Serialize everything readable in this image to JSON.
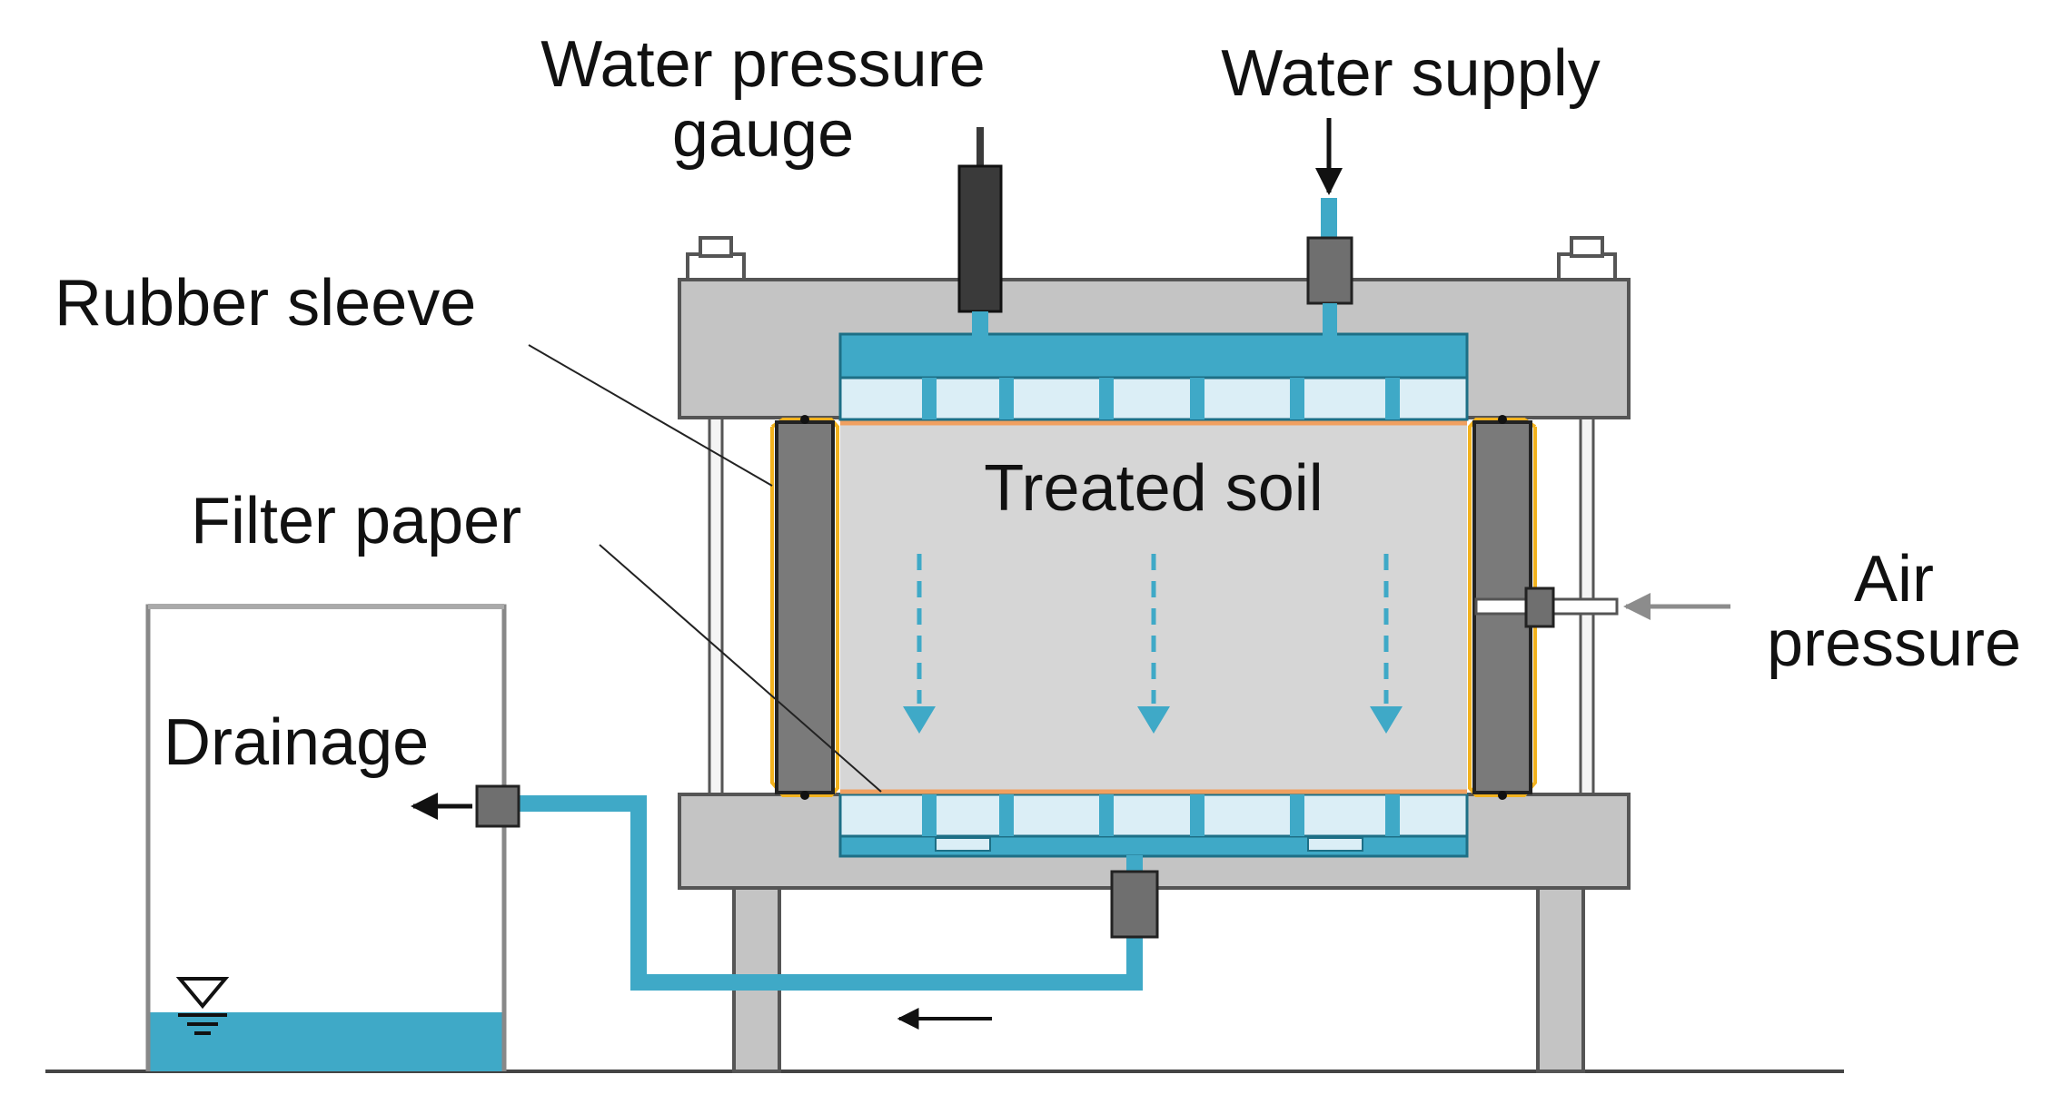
{
  "labels": {
    "water_pressure_gauge_line1": "Water pressure",
    "water_pressure_gauge_line2": "gauge",
    "water_supply": "Water supply",
    "rubber_sleeve": "Rubber sleeve",
    "filter_paper": "Filter paper",
    "treated_soil": "Treated soil",
    "air_pressure_line1": "Air",
    "air_pressure_line2": "pressure",
    "drainage": "Drainage"
  },
  "colors": {
    "water": "#3fa9c7",
    "water_light": "#dbeef6",
    "frame": "#c4c4c4",
    "soil": "#d6d6d6",
    "sleeve": "#7a7a7a",
    "fitting": "#6f6f6f",
    "gauge": "#3a3a3a",
    "filter_paper": "#f0a060",
    "sleeve_outline": "#f2b21e",
    "flow_arrow": "#3fa9c7",
    "air_arrow": "#8c8c8c"
  },
  "icons": {
    "water_level_marker": "inverted-triangle-icon",
    "flow_direction": "dashed-down-arrow-icon"
  }
}
